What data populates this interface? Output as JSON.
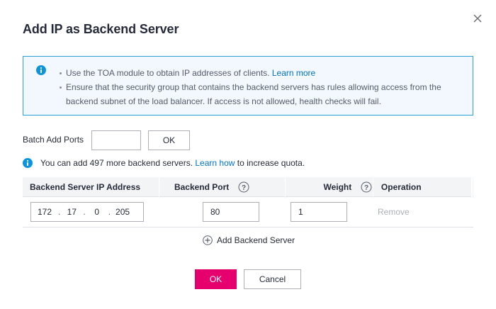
{
  "dialog": {
    "title": "Add IP as Backend Server",
    "close_icon": "close-icon"
  },
  "notice": {
    "icon": "info-icon",
    "items": [
      {
        "text": "Use the TOA module to obtain IP addresses of clients. ",
        "link": "Learn more"
      },
      {
        "text": "Ensure that the security group that contains the backend servers has rules allowing access from the backend subnet of the load balancer. If access is not allowed, health checks will fail."
      }
    ]
  },
  "batch": {
    "label": "Batch Add Ports",
    "input_value": "",
    "ok_label": "OK"
  },
  "quota": {
    "icon": "info-icon",
    "text_before": "You can add 497 more backend servers. ",
    "link": "Learn how",
    "text_after": " to increase quota."
  },
  "table": {
    "headers": {
      "ip": "Backend Server IP Address",
      "port": "Backend Port",
      "weight": "Weight",
      "operation": "Operation"
    },
    "rows": [
      {
        "ip": [
          "172",
          "17",
          "0",
          "205"
        ],
        "port": "80",
        "weight": "1",
        "operation": "Remove"
      }
    ]
  },
  "add_backend": {
    "icon": "plus-circle-icon",
    "label": "Add Backend Server"
  },
  "footer": {
    "ok_label": "OK",
    "cancel_label": "Cancel"
  },
  "colors": {
    "primary": "#e6006e",
    "link": "#0073c6",
    "info": "#0c95de",
    "notice_border": "#2a9fd8",
    "notice_bg": "#f2f8fd"
  }
}
